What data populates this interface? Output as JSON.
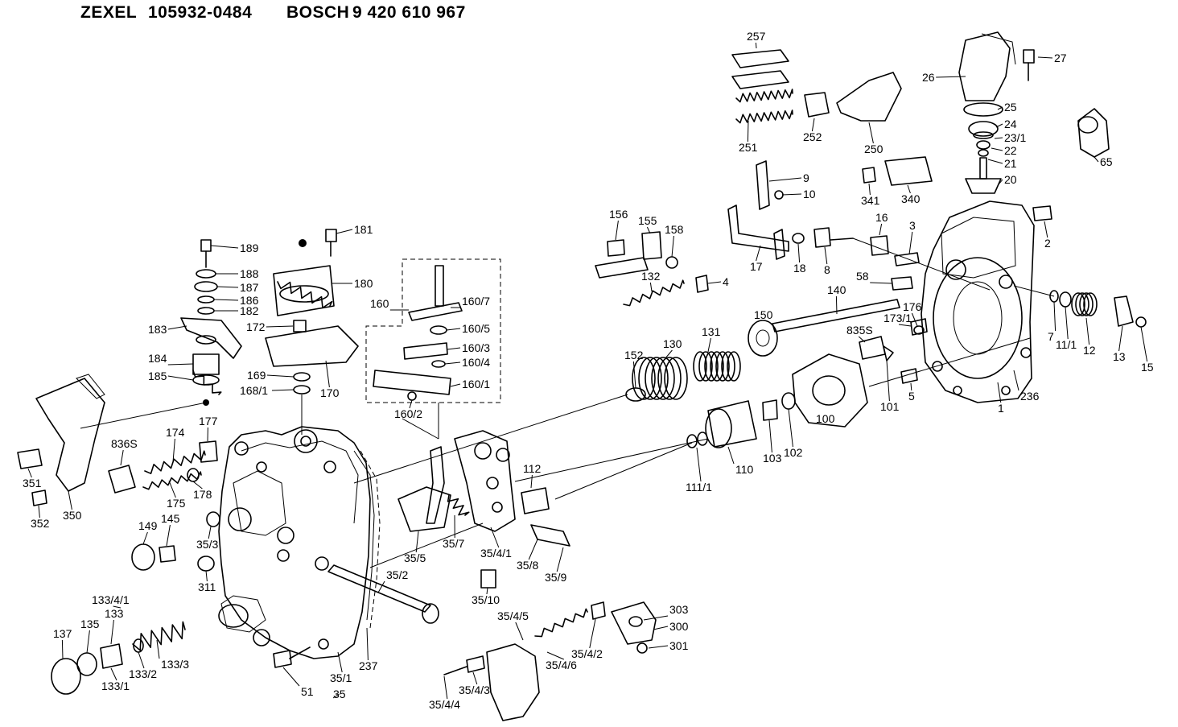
{
  "header": {
    "brand1": "ZEXEL",
    "part1": "105932-0484",
    "brand2": "BOSCH",
    "part2": "9 420 610 967"
  },
  "labels": [
    "257",
    "27",
    "26",
    "25",
    "24",
    "23/1",
    "22",
    "21",
    "20",
    "65",
    "252",
    "250",
    "251",
    "9",
    "10",
    "340",
    "341",
    "16",
    "3",
    "2",
    "17",
    "18",
    "8",
    "58",
    "156",
    "155",
    "158",
    "4",
    "132",
    "181",
    "189",
    "188",
    "187",
    "186",
    "182",
    "183",
    "184",
    "185",
    "180",
    "172",
    "169",
    "168/1",
    "170",
    "160",
    "160/7",
    "160/5",
    "160/3",
    "160/4",
    "160/1",
    "160/2",
    "140",
    "176",
    "173/1",
    "835S",
    "150",
    "131",
    "130",
    "152",
    "7",
    "11/1",
    "12",
    "13",
    "15",
    "236",
    "1",
    "5",
    "101",
    "100",
    "102",
    "103",
    "110",
    "111/1",
    "112",
    "836S",
    "174",
    "177",
    "175",
    "178",
    "351",
    "352",
    "350",
    "149",
    "145",
    "35/3",
    "311",
    "35/5",
    "35/7",
    "35/4/1",
    "35/8",
    "35/9",
    "35/2",
    "35/10",
    "133/4/1",
    "133",
    "135",
    "137",
    "133/2",
    "133/3",
    "133/1",
    "51",
    "35/1",
    "35",
    "237",
    "35/4/5",
    "35/4/2",
    "35/4/6",
    "303",
    "300",
    "301",
    "35/4/3",
    "35/4/4"
  ]
}
